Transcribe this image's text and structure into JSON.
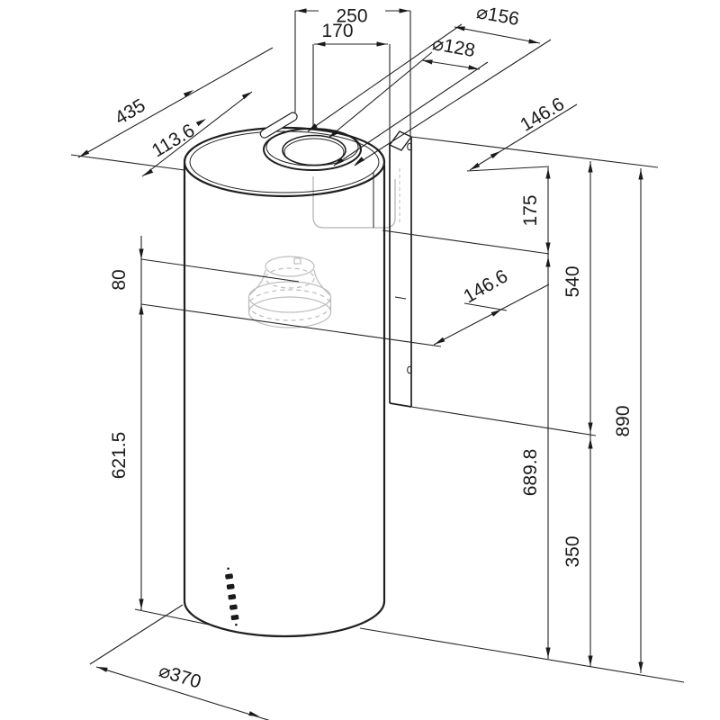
{
  "drawing": {
    "kind": "technical dimension drawing",
    "subject": "cylindrical island cooker hood with mounting bracket",
    "dims": {
      "width_top": "250",
      "flue_offset": "170",
      "flue_outer_dia": "⌀156",
      "flue_inner_dia": "⌀128",
      "depth_overall": "435",
      "depth_front": "113.6",
      "bracket_offset_top": "146.6",
      "chimney_exposed": "175",
      "bracket_offset_mid": "146.6",
      "upper_height": "540",
      "total_height": "890",
      "spigot_height": "80",
      "body_height": "621.5",
      "mid_height": "689.8",
      "lower_height": "350",
      "body_dia": "⌀370"
    }
  }
}
